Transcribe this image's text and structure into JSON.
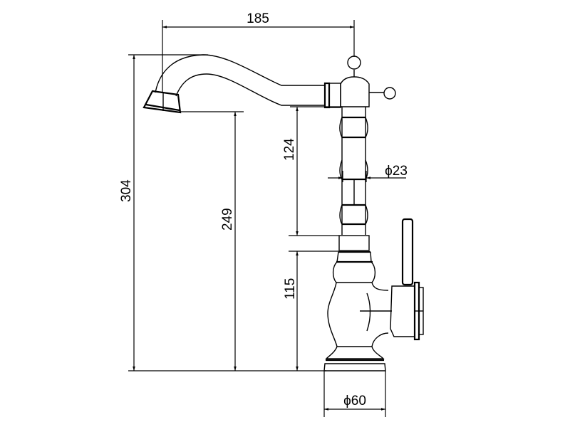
{
  "title": "Faucet technical drawing",
  "dimensions": {
    "spout_reach": "185",
    "total_height": "304",
    "spout_outlet_height": "249",
    "column_height": "124",
    "base_height": "115",
    "column_diameter": "ϕ23",
    "base_diameter": "ϕ60"
  },
  "colors": {
    "line": "#000000",
    "background": "#ffffff"
  }
}
